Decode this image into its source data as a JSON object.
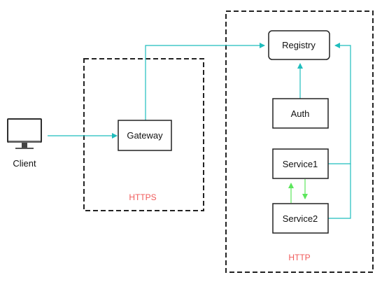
{
  "client": {
    "label": "Client",
    "icon": "desktop-computer-icon"
  },
  "zones": {
    "https": {
      "label": "HTTPS"
    },
    "http": {
      "label": "HTTP"
    }
  },
  "nodes": {
    "gateway": "Gateway",
    "registry": "Registry",
    "auth": "Auth",
    "service1": "Service1",
    "service2": "Service2"
  },
  "colors": {
    "connector": "#1fbdbd",
    "bidirectional": "#5ce65c",
    "zone_label": "#f05a5a",
    "border": "#222222"
  }
}
